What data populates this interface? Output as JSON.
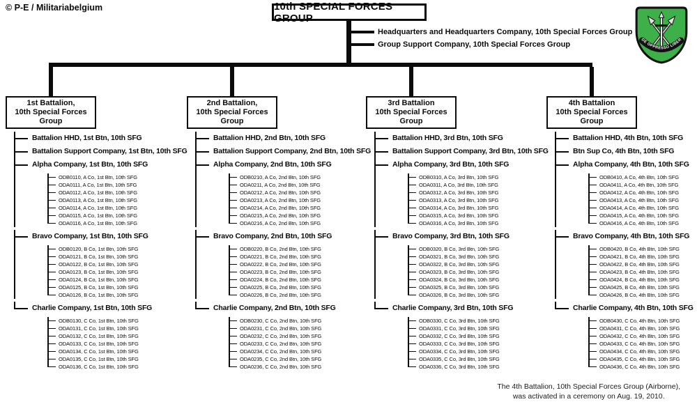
{
  "meta": {
    "copyright": "© P-E / Militariabelgium",
    "footnote_line1": "The 4th Battalion, 10th Special Forces Group (Airborne),",
    "footnote_line2": "was activated in a ceremony on Aug. 19, 2010.",
    "insignia_motto": "DE OPPRESSO LIBER",
    "insignia_color": "#3db04a"
  },
  "root": {
    "title": "10th SPECIAL FORCES GROUP"
  },
  "group_units": [
    "Headquarters and Headquarters Company, 10th Special Forces Group",
    "Group Support Company, 10th Special Forces Group"
  ],
  "battalions": [
    {
      "box_line1": "1st Battalion,",
      "box_line2": "10th Special Forces Group",
      "units": [
        "Battalion HHD, 1st Btn, 10th SFG",
        "Battalion Support Company, 1st Btn, 10th SFG"
      ],
      "companies": [
        {
          "label": "Alpha Company, 1st Btn, 10th SFG",
          "teams": [
            "ODB0110, A Co, 1st Btn, 10th SFG",
            "ODA0111, A Co, 1st Btn, 10th SFG",
            "ODA0112, A Co, 1st Btn, 10th SFG",
            "ODA0113, A Co, 1st Btn, 10th SFG",
            "ODA0114, A Co, 1st Btn, 10th SFG",
            "ODA0115, A Co, 1st Btn, 10th SFG",
            "ODA0116, A Co, 1st Btn, 10th SFG"
          ]
        },
        {
          "label": "Bravo Company, 1st Btn, 10th SFG",
          "teams": [
            "ODB0120, B Co, 1st Btn, 10th SFG",
            "ODA0121, B Co, 1st Btn, 10th SFG",
            "ODA0122, B Co, 1st Btn, 10th SFG",
            "ODA0123, B Co, 1st Btn, 10th SFG",
            "ODA0124, B Co, 1st Btn, 10th SFG",
            "ODA0125, B Co, 1st Btn, 10th SFG",
            "ODA0126, B Co, 1st Btn, 10th SFG"
          ]
        },
        {
          "label": "Charlie Company, 1st Btn, 10th SFG",
          "teams": [
            "ODB0130, C Co, 1st Btn, 10th SFG",
            "ODA0131, C Co, 1st Btn, 10th SFG",
            "ODA0132, C Co, 1st Btn, 10th SFG",
            "ODA0133, C Co, 1st Btn, 10th SFG",
            "ODA0134, C Co, 1st Btn, 10th SFG",
            "ODA0135, C Co, 1st Btn, 10th SFG",
            "ODA0136, C Co, 1st Btn, 10th SFG"
          ]
        }
      ]
    },
    {
      "box_line1": "2nd Battalion,",
      "box_line2": "10th Special Forces Group",
      "units": [
        "Battalion HHD, 2nd Btn, 10th SFG",
        "Battalion Support Company, 2nd Btn, 10th SFG"
      ],
      "companies": [
        {
          "label": "Alpha Company, 2nd Btn, 10th SFG",
          "teams": [
            "ODB0210, A Co, 2nd Btn, 10th SFG",
            "ODA0211, A Co, 2nd Btn, 10th SFG",
            "ODA0212, A Co, 2nd Btn, 10th SFG",
            "ODA0213, A Co, 2nd Btn, 10th SFG",
            "ODA0214, A Co, 2nd Btn, 10th SFG",
            "ODA0215, A Co, 2nd Btn, 10th SFG",
            "ODA0216, A Co, 2nd Btn, 10th SFG"
          ]
        },
        {
          "label": "Bravo Company, 2nd Btn, 10th SFG",
          "teams": [
            "ODB0220, B Co, 2nd Btn, 10th SFG",
            "ODA0221, B Co, 2nd Btn, 10th SFG",
            "ODA0222, B Co, 2nd Btn, 10th SFG",
            "ODA0223, B Co, 2nd Btn, 10th SFG",
            "ODA0224, B Co, 2nd Btn, 10th SFG",
            "ODA0225, B Co, 2nd Btn, 10th SFG",
            "ODA0226, B Co, 2nd Btn, 10th SFG"
          ]
        },
        {
          "label": "Charlie Company, 2nd Btn, 10th SFG",
          "teams": [
            "ODB0230, C Co, 2nd Btn, 10th SFG",
            "ODA0231, C Co, 2nd Btn, 10th SFG",
            "ODA0232, C Co, 2nd Btn, 10th SFG",
            "ODA0233, C Co, 2nd Btn, 10th SFG",
            "ODA0234, C Co, 2nd Btn, 10th SFG",
            "ODA0235, C Co, 2nd Btn, 10th SFG",
            "ODA0236, C Co, 2nd Btn, 10th SFG"
          ]
        }
      ]
    },
    {
      "box_line1": "3rd Battalion",
      "box_line2": "10th Special Forces Group",
      "units": [
        "Battalion HHD, 3rd Btn, 10th SFG",
        "Battalion Support Company, 3rd Btn, 10th SFG"
      ],
      "companies": [
        {
          "label": "Alpha Company, 3rd Btn, 10th SFG",
          "teams": [
            "ODB0310, A Co, 3rd Btn, 10th SFG",
            "ODA0311, A Co, 3rd Btn, 10th SFG",
            "ODA0312, A Co, 3rd Btn, 10th SFG",
            "ODA0313, A Co, 3rd Btn, 10th SFG",
            "ODA0314, A Co, 3rd Btn, 10th SFG",
            "ODA0315, A Co, 3rd Btn, 10th SFG",
            "ODA0316, A Co, 3rd Btn, 10th SFG"
          ]
        },
        {
          "label": "Bravo Company, 3rd Btn, 10th SFG",
          "teams": [
            "ODB0320, B Co, 3rd Btn, 10th SFG",
            "ODA0321, B Co, 3rd Btn, 10th SFG",
            "ODA0322, B Co, 3rd Btn, 10th SFG",
            "ODA0323, B Co, 3rd Btn, 10th SFG",
            "ODA0324, B Co, 3rd Btn, 10th SFG",
            "ODA0325, B Co, 3rd Btn, 10th SFG",
            "ODA0326, B Co, 3rd Btn, 10th SFG"
          ]
        },
        {
          "label": "Charlie Company, 3rd Btn, 10th SFG",
          "teams": [
            "ODB0330, C Co, 3rd Btn, 10th SFG",
            "ODA0331, C Co, 3rd Btn, 10th SFG",
            "ODA0332, C Co, 3rd Btn, 10th SFG",
            "ODA0333, C Co, 3rd Btn, 10th SFG",
            "ODA0334, C Co, 3rd Btn, 10th SFG",
            "ODA0335, C Co, 3rd Btn, 10th SFG",
            "ODA0336, C Co, 3rd Btn, 10th SFG"
          ]
        }
      ]
    },
    {
      "box_line1": "4th Battalion",
      "box_line2": "10th Special Forces Group",
      "units": [
        "Battalion HHD, 4th Btn, 10th SFG",
        "Btn Sup Co, 4th Btn, 10th SFG"
      ],
      "companies": [
        {
          "label": "Alpha Company, 4th Btn, 10th SFG",
          "teams": [
            "ODB0410, A Co, 4th Btn, 10th SFG",
            "ODA0411, A Co, 4th Btn, 10th SFG",
            "ODA0412, A Co, 4th Btn, 10th SFG",
            "ODA0413, A Co, 4th Btn, 10th SFG",
            "ODA0414, A Co, 4th Btn, 10th SFG",
            "ODA0415, A Co, 4th Btn, 10th SFG",
            "ODA0416, A Co, 4th Btn, 10th SFG"
          ]
        },
        {
          "label": "Bravo Company, 4th Btn, 10th SFG",
          "teams": [
            "ODB0420, B Co, 4th Btn, 10th SFG",
            "ODA0421, B Co, 4th Btn, 10th SFG",
            "ODA0422, B Co, 4th Btn, 10th SFG",
            "ODA0423, B Co, 4th Btn, 10th SFG",
            "ODA0424, B Co, 4th Btn, 10th SFG",
            "ODA0425, B Co, 4th Btn, 10th SFG",
            "ODA0426, B Co, 4th Btn, 10th SFG"
          ]
        },
        {
          "label": "Charlie Company, 4th Btn, 10th SFG",
          "teams": [
            "ODB0430, C Co, 4th Btn, 10th SFG",
            "ODA0431, C Co, 4th Btn, 10th SFG",
            "ODA0432, C Co, 4th Btn, 10th SFG",
            "ODA0433, C Co, 4th Btn, 10th SFG",
            "ODA0434, C Co, 4th Btn, 10th SFG",
            "ODA0435, C Co, 4th Btn, 10th SFG",
            "ODA0436, C Co, 4th Btn, 10th SFG"
          ]
        }
      ]
    }
  ]
}
